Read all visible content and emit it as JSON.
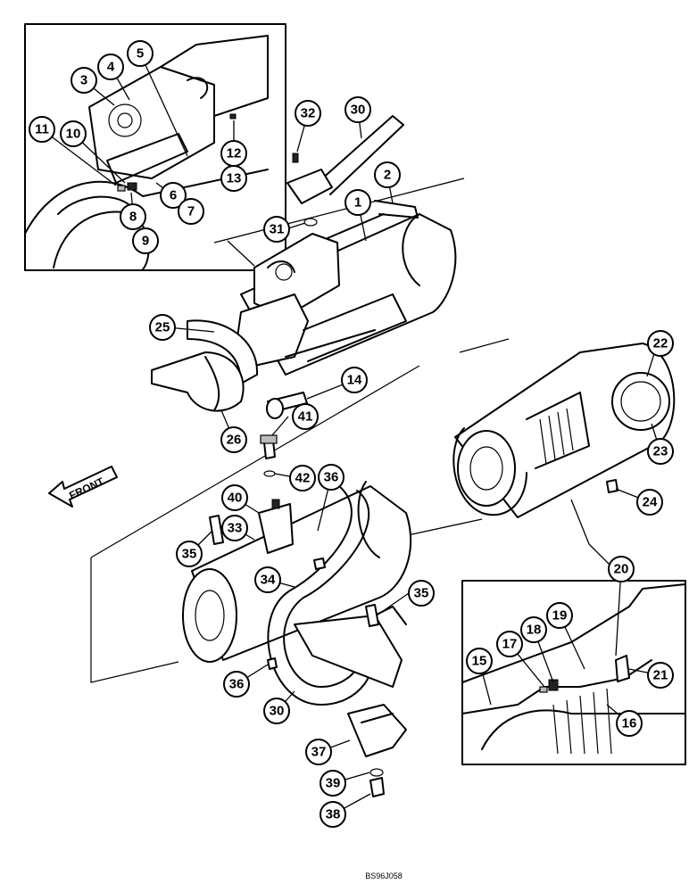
{
  "diagram": {
    "drawing_code": "BS96J058",
    "front_label": "FRONT",
    "callouts": {
      "c1": "1",
      "c2": "2",
      "c3": "3",
      "c4": "4",
      "c5": "5",
      "c6": "6",
      "c7": "7",
      "c8": "8",
      "c9": "9",
      "c10": "10",
      "c11": "11",
      "c12": "12",
      "c13": "13",
      "c14": "14",
      "c15": "15",
      "c16": "16",
      "c17": "17",
      "c18": "18",
      "c19": "19",
      "c20": "20",
      "c21": "21",
      "c22": "22",
      "c23": "23",
      "c24": "24",
      "c25": "25",
      "c26": "26",
      "c30a": "30",
      "c30b": "30",
      "c31": "31",
      "c32": "32",
      "c33": "33",
      "c34": "34",
      "c35a": "35",
      "c35b": "35",
      "c36a": "36",
      "c36b": "36",
      "c37": "37",
      "c38": "38",
      "c39": "39",
      "c40": "40",
      "c41": "41",
      "c42": "42"
    }
  }
}
